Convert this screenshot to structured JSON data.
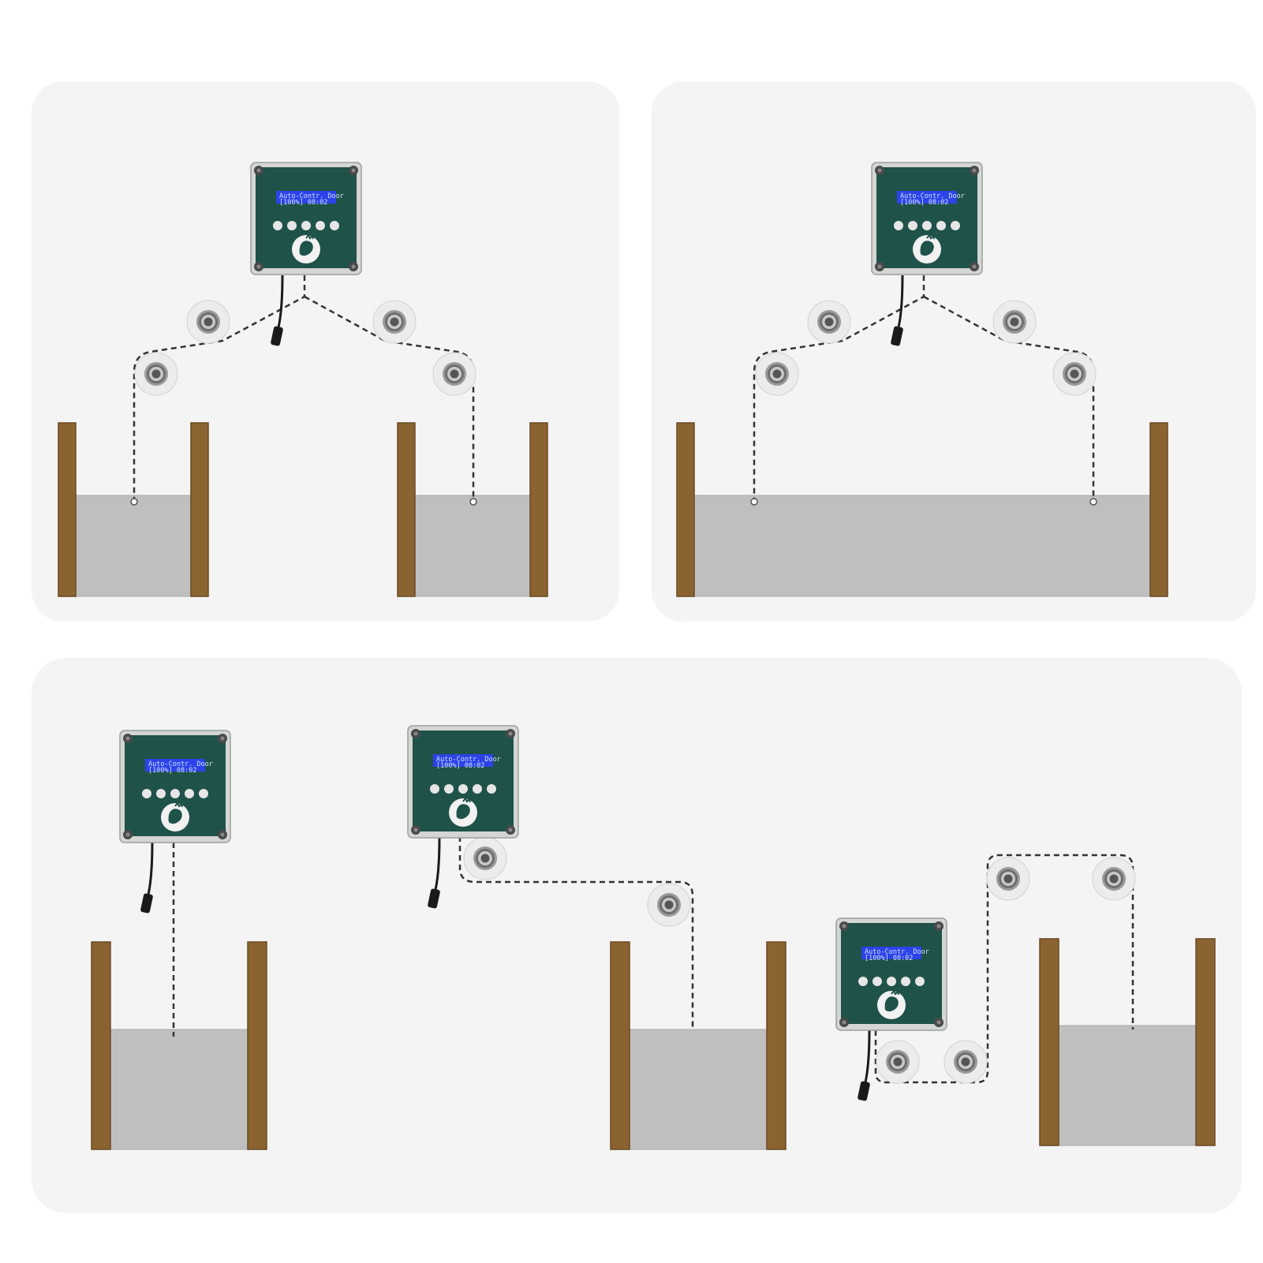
{
  "colors": {
    "panel": "#f4f4f4",
    "post": "#8b6331",
    "door": "#bfbfbf",
    "controller_body": "#d8dad8",
    "controller_face": "#1e5048",
    "lcd": "#2a3fe0",
    "pulley_outer": "#e8e8e8",
    "pulley_hub": "#777777",
    "cable": "#333333"
  },
  "controller": {
    "lcd_line1": "Auto-Contr. Door",
    "lcd_line2": "[100%]   08:02",
    "button_labels": [
      "",
      "",
      "",
      "",
      ""
    ],
    "logo": "rooster-icon"
  },
  "icons": [
    "pulley-icon",
    "rooster-icon",
    "power-plug-icon"
  ],
  "panels": [
    {
      "id": "two-doors",
      "description_text": ""
    },
    {
      "id": "wide-door",
      "description_text": ""
    },
    {
      "id": "three-layouts",
      "description_text": ""
    }
  ]
}
